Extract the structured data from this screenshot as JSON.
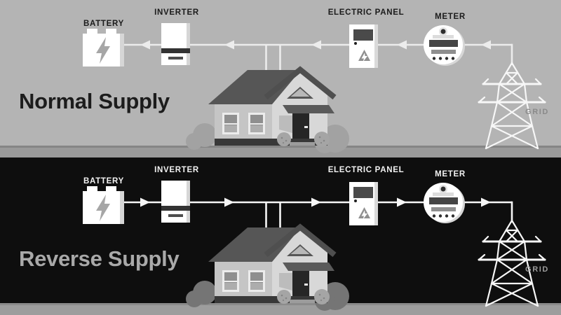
{
  "panels": [
    {
      "title": "Normal Supply",
      "flow_direction": "left",
      "labels": {
        "battery": "BATTERY",
        "inverter": "INVERTER",
        "electric_panel": "ELECTRIC PANEL",
        "meter": "METER",
        "grid": "GRID"
      },
      "colors": {
        "background": "#b4b4b4",
        "title": "#1c1c1c",
        "label": "#1b1b1b",
        "line": "#ececec",
        "ground": "#9a9a9a",
        "ground_edge": "#858585",
        "bush": "#a2a2a2",
        "grid_label": "#8a8a8a"
      }
    },
    {
      "title": "Reverse Supply",
      "flow_direction": "right",
      "labels": {
        "battery": "BATTERY",
        "inverter": "INVERTER",
        "electric_panel": "ELECTRIC PANEL",
        "meter": "METER",
        "grid": "GRID"
      },
      "colors": {
        "background": "#0e0e0e",
        "title": "#a9a9a9",
        "label": "#f2f2f2",
        "line": "#f6f6f6",
        "ground": "#9d9d9d",
        "ground_edge": "#8b8b8b",
        "bush": "#757575",
        "grid_label": "#9c9c9c"
      }
    }
  ]
}
